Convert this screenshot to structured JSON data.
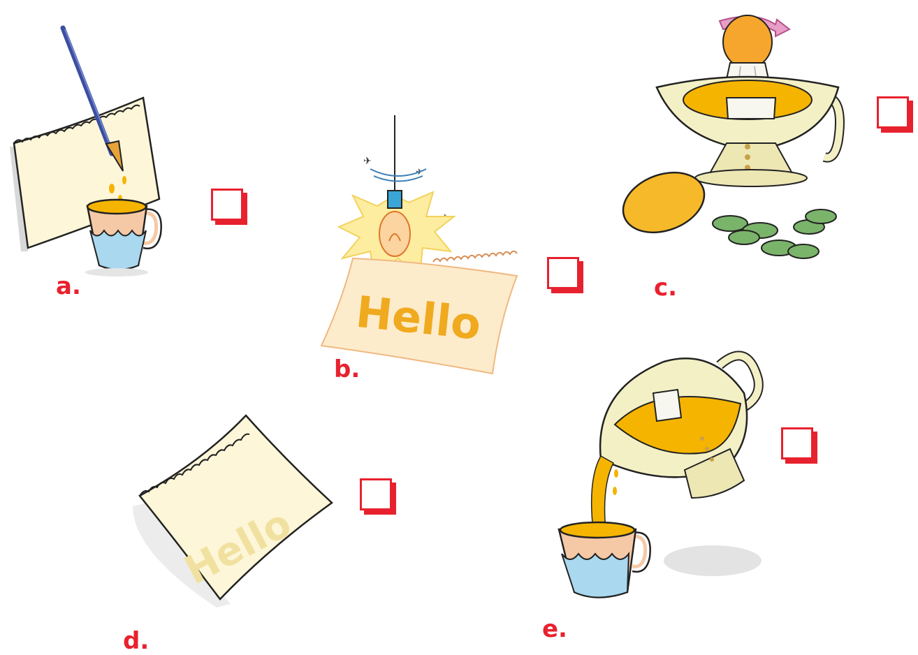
{
  "items": [
    {
      "id": "a",
      "label": "a."
    },
    {
      "id": "b",
      "label": "b.",
      "paper_text": "Hello"
    },
    {
      "id": "c",
      "label": "c."
    },
    {
      "id": "d",
      "label": "d.",
      "paper_text": "Hello"
    },
    {
      "id": "e",
      "label": "e."
    }
  ],
  "colors": {
    "accent": "#e8212e",
    "juice": "#f5b400",
    "paper": "#fdf6d8",
    "cup_blue": "#a9d8ef",
    "cup_peach": "#f6c9a6"
  }
}
